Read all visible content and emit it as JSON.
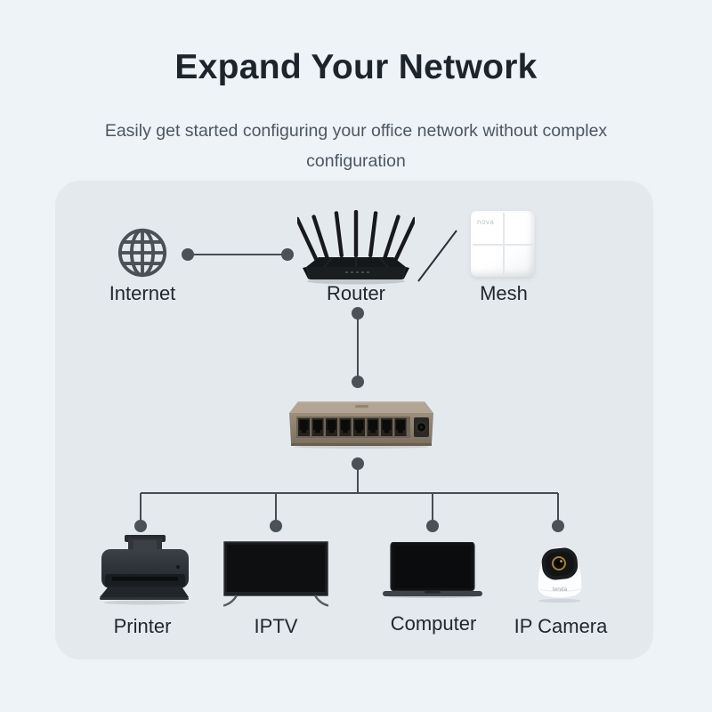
{
  "header": {
    "title": "Expand Your Network",
    "subtitle": "Easily get started configuring your office network without complex configuration"
  },
  "diagram": {
    "nodes": {
      "internet": {
        "label": "Internet"
      },
      "router": {
        "label": "Router"
      },
      "mesh": {
        "label": "Mesh",
        "logo": "nova"
      },
      "switch": {
        "ports": 8
      },
      "printer": {
        "label": "Printer"
      },
      "iptv": {
        "label": "IPTV"
      },
      "computer": {
        "label": "Computer"
      },
      "ip_camera": {
        "label": "IP Camera",
        "logo": "tenda"
      }
    },
    "connections": [
      "internet-router",
      "router-mesh (slash)",
      "router-switch",
      "switch-printer",
      "switch-iptv",
      "switch-computer",
      "switch-ip_camera"
    ]
  },
  "colors": {
    "background": "#eef3f7",
    "card": "#e4e9ee",
    "connector_line": "#454d53",
    "connector_dot": "#4a5157",
    "title_text": "#1c252b",
    "subtitle_text": "#4b5761",
    "label_text": "#20282e",
    "switch_body": "#9a8d7b"
  }
}
